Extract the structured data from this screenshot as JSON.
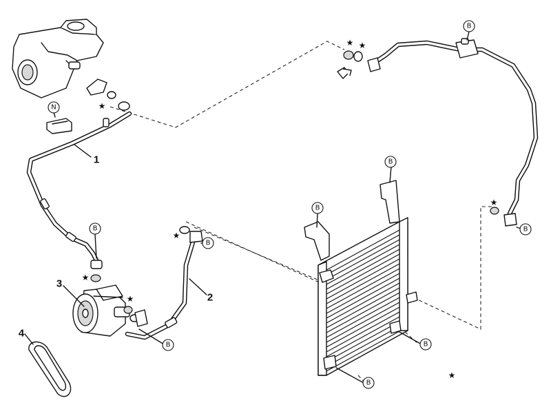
{
  "callouts": {
    "b": "B",
    "n": "N",
    "star": "★"
  },
  "part_numbers": {
    "p1": "1",
    "p2": "2",
    "p3": "3",
    "p4": "4"
  }
}
